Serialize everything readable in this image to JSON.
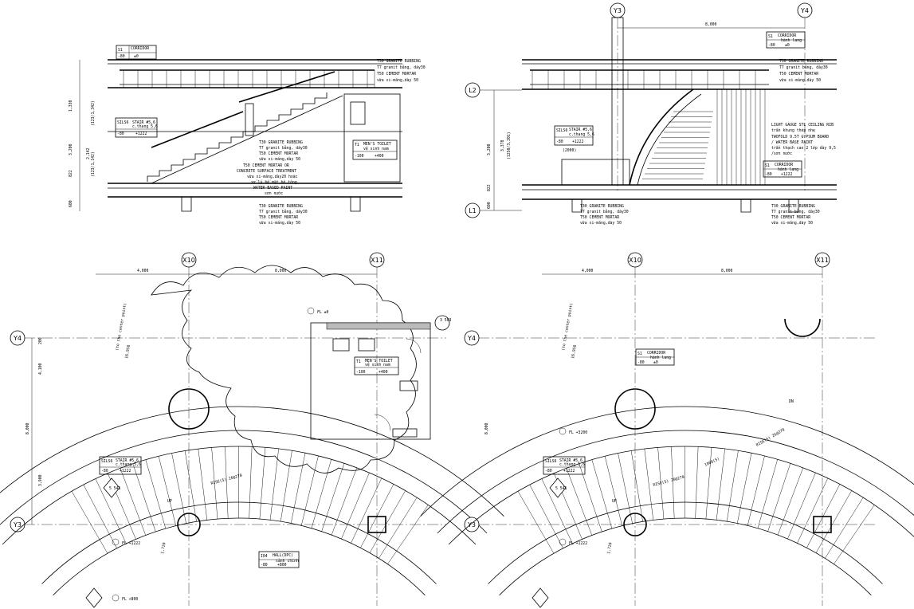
{
  "grid": {
    "x_left": "X10",
    "x_right": "X11",
    "y_top": "Y4",
    "y_bottom": "Y3",
    "level_upper": "L2",
    "level_lower": "L1",
    "detail_ref": "3\n503"
  },
  "dims": {
    "span_8000": "8,000",
    "span_4000": "4,000",
    "d_3200": "3,200",
    "d_2142": "2,142",
    "d_822": "822",
    "d_600": "600",
    "d_1330": "1,330",
    "d_3378": "3,378",
    "d_4100": "4,100",
    "d_3900": "3,900",
    "d_1720": "1,720",
    "d_200": "200",
    "r_16950": "16,950",
    "center_point": "(to the center point)",
    "cd_1": "(123/1,342)",
    "cd_2": "(123/1,142)",
    "cd_3": "(1250/3,201)",
    "cd_4": "(2000)"
  },
  "notes": {
    "granite_1": "T30 GRANITE RUBBING",
    "granite_1b": "T7 granit bằng, dày30",
    "mortar_1": "T50 CEMENT MORTAR",
    "mortar_1b": "vữa xi-măng,dày 50",
    "granite_2": "T30 GRANITE RUBBING",
    "granite_2b": "T7 granit bằng, dày30",
    "mortar_2": "T50 CEMENT MORTAR",
    "mortar_2b": "vữa xi-măng,dày 50",
    "mortar_3": "T50 CEMENT MORTAR OR",
    "mortar_3b": "CONCRETE SURFACE TREATMENT",
    "mortar_3c": "vữa xi-măng,dày20 hoặc",
    "mortar_3d": "xử lý bề mặt bê tông",
    "paint": "WATER-BASED PAINT",
    "paint_b": "sơn nước",
    "granite_3": "T30 GRANITE RUBBING",
    "granite_3b": "T7 granit bằng, dày30",
    "mortar_4": "T50 CEMENT MORTAR",
    "mortar_4b": "vữa xi-măng,dày 50",
    "steel_1": "LIGHT GAUGE STL CEILING RIB",
    "steel_1b": "trần khung thép nhẹ",
    "gypsum": "TWOFOLD 9.5T GYPSUM BOARD",
    "gypsum_b": "/ WATER BASE PAINT",
    "gypsum_c": "trần thạch cao 2 lớp dày 9,5",
    "gypsum_d": "/sơn nước"
  },
  "tags": {
    "corridor": "CORRIDOR",
    "corridor_vn": "hành lang",
    "corridor_id": "S1",
    "stair": "STAIR #5,6",
    "stair_vn": "c.thang 5,6",
    "stair_id": "SILS6",
    "toilet": "MEN'S TOILET",
    "toilet_vn": "vệ sinh nam",
    "toilet_id": "T1",
    "hall": "HALL(DPC)",
    "hall_vn": "sảnh chính",
    "hall_id": "I04",
    "v_0": "±0",
    "v_80": "-80",
    "v_1222": "+1222",
    "v_100": "-100",
    "v_400": "+400",
    "v_800": "+800"
  },
  "levels": {
    "fl_0": "FL ±0",
    "fl_1222": "FL +1222",
    "fl_3200": "FL +3200",
    "fl_800": "FL +800"
  },
  "labels": {
    "up": "UP",
    "dn": "DN",
    "up_2": "UP",
    "ldg": "1000(5)",
    "section_mark": "5\n541",
    "stair_note": "RISE(5)\n26@270",
    "stair_note_2": "RISE(5)\n26@270",
    "ldg_2": "1000(5)"
  }
}
